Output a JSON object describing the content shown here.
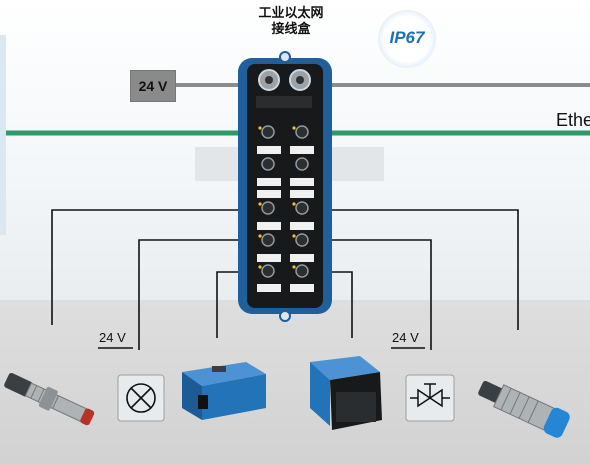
{
  "diagram": {
    "title_line1": "工业以太网",
    "title_line2": "接线盒",
    "ip_rating": "IP67",
    "power_label": "24 V",
    "ethernet_label": "Ethe",
    "actuator_left_voltage": "24 V",
    "actuator_right_voltage": "24 V"
  },
  "colors": {
    "ethernet_line": "#2e9a6a",
    "power_line": "#8c8c8c",
    "box_blue": "#1f5f9c",
    "sensor_blue": "#2273b8"
  },
  "icons": [
    "lamp-icon",
    "valve-icon",
    "inductive-sensor-icon",
    "photoelectric-sensor-icon"
  ]
}
